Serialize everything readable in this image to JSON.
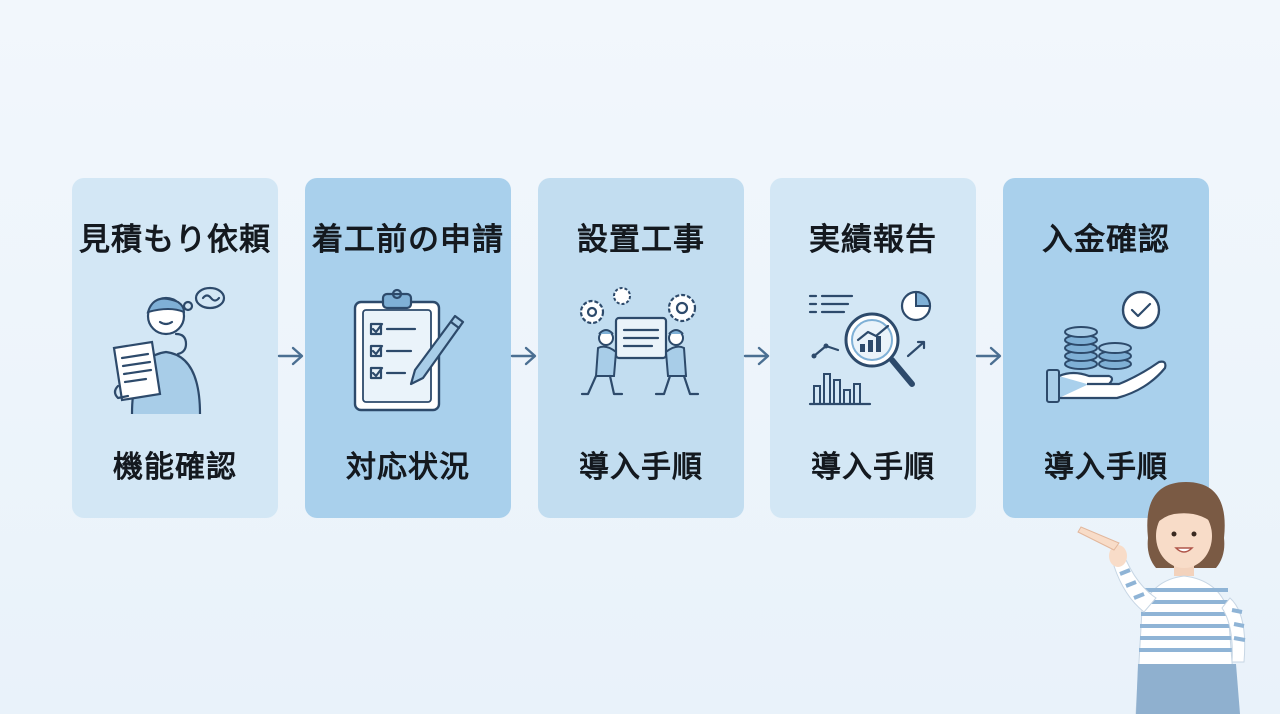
{
  "steps": [
    {
      "title": "見積もり依頼",
      "subtitle": "機能確認",
      "icon": "person-thinking-document-icon"
    },
    {
      "title": "着工前の申請",
      "subtitle": "対応状況",
      "icon": "clipboard-checklist-pen-icon"
    },
    {
      "title": "設置工事",
      "subtitle": "導入手順",
      "icon": "workers-installing-panel-gears-icon"
    },
    {
      "title": "実績報告",
      "subtitle": "導入手順",
      "icon": "magnifier-chart-report-icon"
    },
    {
      "title": "入金確認",
      "subtitle": "導入手順",
      "icon": "hand-coins-check-icon"
    }
  ],
  "arrow_icon": "right-arrow-icon",
  "guide_icon": "woman-pointing-guide-icon",
  "colors": {
    "background": "#eef5fb",
    "card_light": "#d3e7f5",
    "card_mid": "#c2ddf0",
    "card_dark": "#a9d0ec",
    "line": "#2d4a6b",
    "text": "#14191f"
  }
}
